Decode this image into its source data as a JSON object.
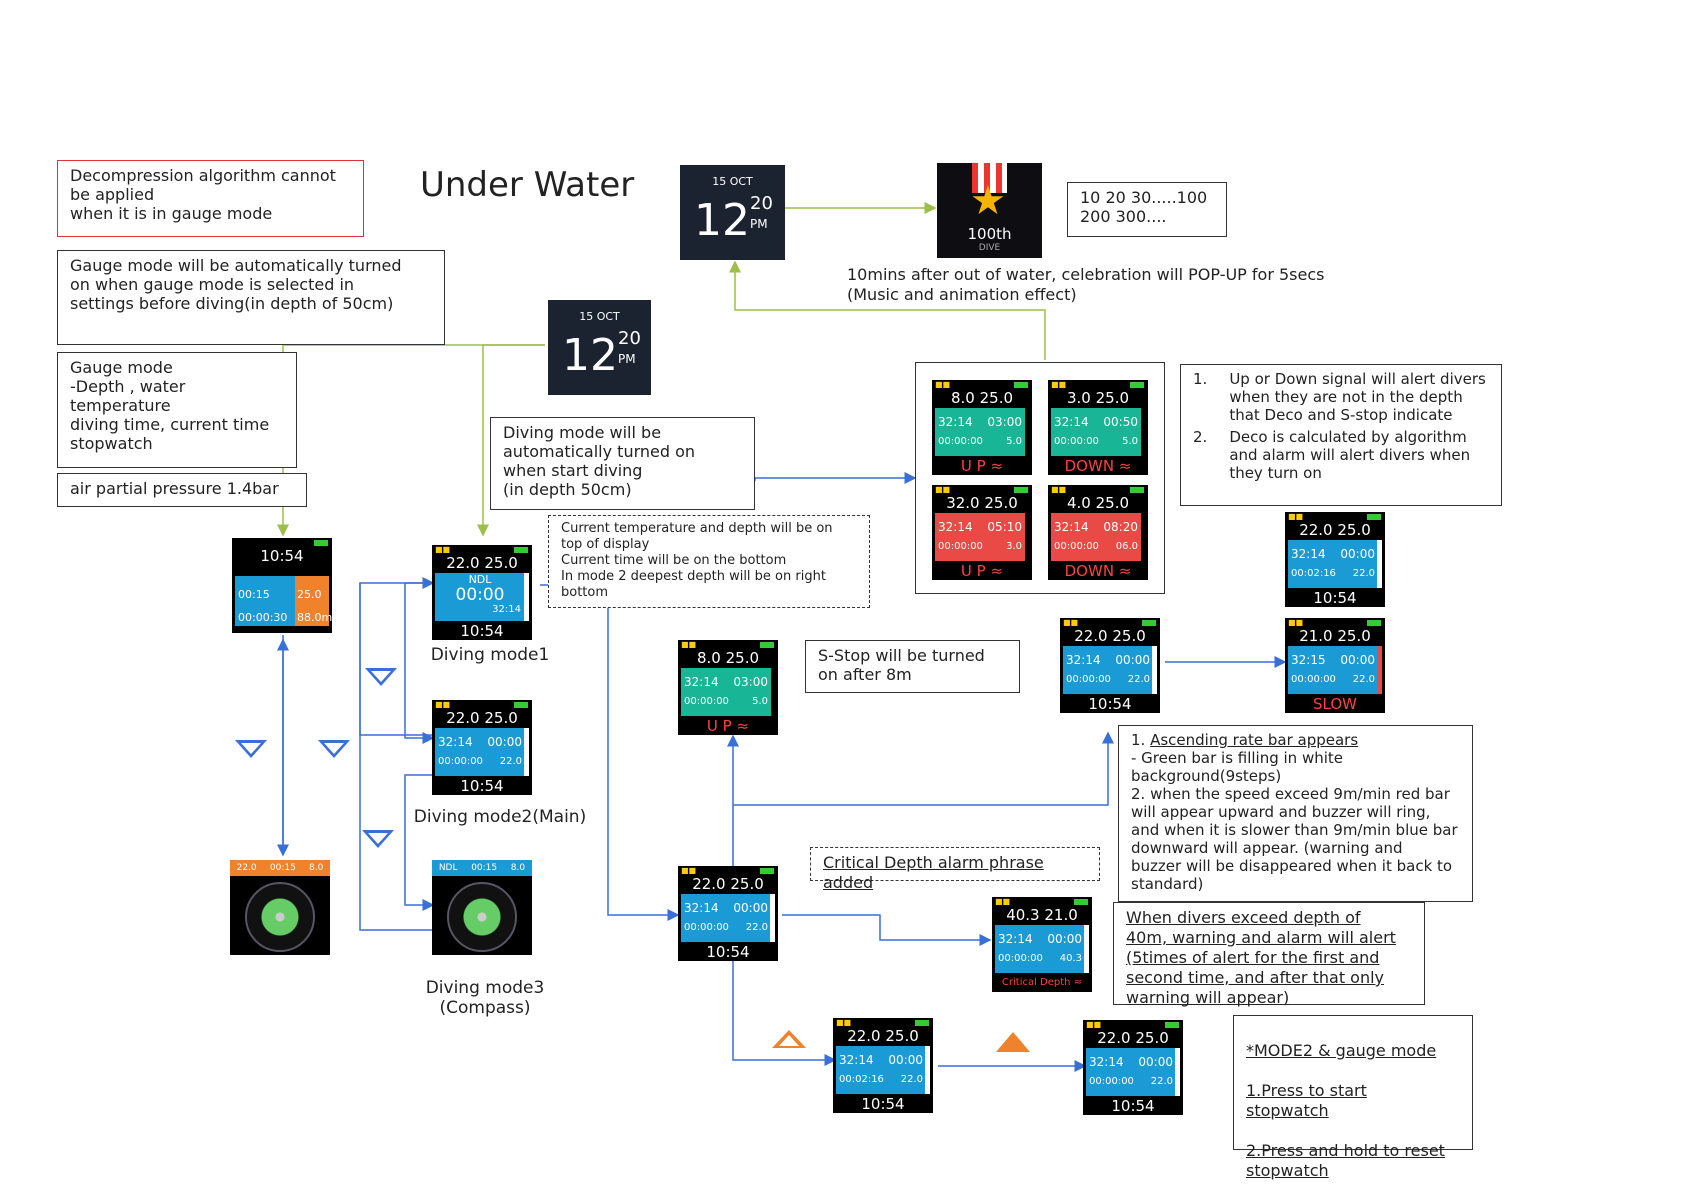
{
  "title": "Under Water",
  "notes": {
    "decompression": "Decompression algorithm cannot\nbe applied\nwhen it is in gauge mode",
    "gauge_auto": "Gauge mode will be automatically turned\non when gauge mode is selected  in\nsettings before diving(in depth of 50cm)",
    "gauge_mode": "Gauge mode\n-Depth , water\ntemperature\ndiving time, current time\nstopwatch",
    "air_pp": "air partial pressure  1.4bar",
    "diving_auto": "Diving mode will be\nautomatically turned on\nwhen start diving\n(in depth 50cm)",
    "display_note": "Current temperature and depth will be on\ntop of display\nCurrent time will be on the bottom\nIn mode 2 deepest depth will be on right\nbottom",
    "celebration_numbers": "10 20 30.....100\n200 300....",
    "celebration": "10mins after out of water, celebration will POP-UP for 5secs\n(Music and animation effect)",
    "updown": [
      "Up or Down signal will alert divers when they are not in the depth that Deco and S-stop indicate",
      "Deco is calculated by algorithm and alarm will alert divers when they turn on"
    ],
    "sstop": "S-Stop will be turned\non after 8m",
    "critical_phrase": "Critical Depth alarm phrase added",
    "ascending_title": "Ascending rate bar appears",
    "ascending": "  - Green bar is filling in white\nbackground(9steps)\n2. when the speed exceed 9m/min red bar\nwill appear upward and buzzer will ring,\nand when it is slower than 9m/min blue bar\ndownward will appear.  (warning and\nbuzzer will be disappeared when it back to\nstandard)",
    "critical": "When divers exceed depth of\n40m, warning and alarm will alert\n(5times of alert for the first and\nsecond time, and after that only\nwarning will appear)",
    "mode2_title": "*MODE2 & gauge mode",
    "mode2_1": "1.Press to start\nstopwatch",
    "mode2_2": "2.Press and hold to reset\nstopwatch"
  },
  "clock": {
    "date": "15 OCT",
    "hour": "12",
    "minute": "20",
    "ampm": "PM"
  },
  "badge": {
    "label": "100th",
    "sub": "DIVE"
  },
  "captions": {
    "mode1": "Diving mode1",
    "mode2": "Diving mode2(Main)",
    "mode3": "Diving mode3\n(Compass)"
  },
  "screens": {
    "gauge": {
      "time": "10:54",
      "dt": "00:15",
      "temp": "25.0",
      "sw": "00:00:30",
      "depth": "88.0m"
    },
    "mode1": {
      "depth": "22.0",
      "temp": "25.0",
      "ndl": "NDL",
      "ndlv": "00:00",
      "dt": "32:14",
      "time": "10:54"
    },
    "mode2": {
      "depth": "22.0",
      "temp": "25.0",
      "dt": "32:14",
      "ndl": "00:00",
      "sw": "00:00:00",
      "max": "22.0",
      "time": "10:54"
    },
    "mode3": {
      "ndl": "NDL",
      "dt": "00:15",
      "depth": "8.0"
    },
    "gaugecomp": {
      "depth": "22.0",
      "dt": "00:15",
      "temp": "8.0"
    },
    "sstop": {
      "depth": "8.0",
      "temp": "25.0",
      "dt": "32:14",
      "st": "03:00",
      "sw": "00:00:00",
      "d": "5.0",
      "foot": "U P ≈"
    },
    "grid1": {
      "depth": "8.0",
      "temp": "25.0",
      "dt": "32:14",
      "st": "03:00",
      "sw": "00:00:00",
      "d": "5.0",
      "foot": "U P ≈"
    },
    "grid2": {
      "depth": "3.0",
      "temp": "25.0",
      "dt": "32:14",
      "st": "00:50",
      "sw": "00:00:00",
      "d": "5.0",
      "foot": "DOWN ≈"
    },
    "grid3": {
      "depth": "32.0",
      "temp": "25.0",
      "dt": "32:14",
      "st": "05:10",
      "sw": "00:00:00",
      "d": "3.0",
      "foot": "U P ≈"
    },
    "grid4": {
      "depth": "4.0",
      "temp": "25.0",
      "dt": "32:14",
      "st": "08:20",
      "sw": "00:00:00",
      "d": "06.0",
      "foot": "DOWN ≈"
    },
    "main": {
      "depth": "22.0",
      "temp": "25.0",
      "dt": "32:14",
      "ndl": "00:00",
      "sw": "00:00:00",
      "max": "22.0",
      "time": "10:54"
    },
    "asc1": {
      "depth": "22.0",
      "temp": "25.0",
      "dt": "32:14",
      "ndl": "00:00",
      "sw": "00:00:00",
      "max": "22.0",
      "time": "10:54"
    },
    "asc2": {
      "depth": "22.0",
      "temp": "25.0",
      "dt": "32:14",
      "ndl": "00:00",
      "sw": "00:02:16",
      "max": "22.0",
      "time": "10:54"
    },
    "slow": {
      "depth": "21.0",
      "temp": "25.0",
      "dt": "32:15",
      "ndl": "00:00",
      "sw": "00:00:00",
      "max": "22.0",
      "foot": "SLOW"
    },
    "critical": {
      "depth": "40.3",
      "temp": "21.0",
      "dt": "32:14",
      "ndl": "00:00",
      "sw": "00:00:00",
      "max": "40.3",
      "foot": "Critical Depth ≈"
    },
    "main2": {
      "depth": "22.0",
      "temp": "25.0",
      "dt": "32:14",
      "ndl": "00:00",
      "sw": "00:00:00",
      "max": "22.0",
      "time": "10:54"
    },
    "sw1": {
      "depth": "22.0",
      "temp": "25.0",
      "dt": "32:14",
      "ndl": "00:00",
      "sw": "00:02:16",
      "max": "22.0",
      "time": "10:54"
    },
    "sw2": {
      "depth": "22.0",
      "temp": "25.0",
      "dt": "32:14",
      "ndl": "00:00",
      "sw": "00:00:00",
      "max": "22.0",
      "time": "10:54"
    }
  },
  "colors": {
    "arrow_blue": "#3a6fd8",
    "arrow_green": "#9bbf4a",
    "accent_orange": "#f0822b",
    "screen_blue": "#1a9bd5"
  }
}
